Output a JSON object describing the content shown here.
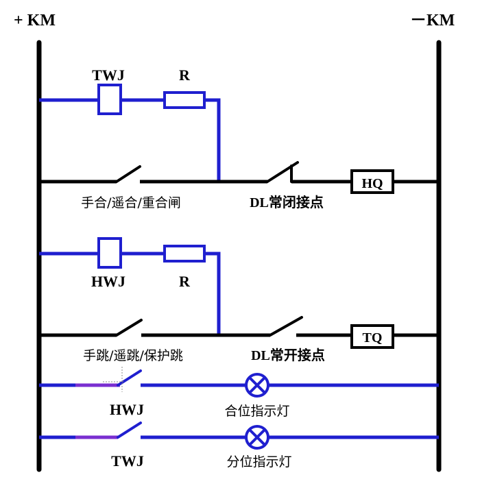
{
  "rails": {
    "positive": "+ KM",
    "negative": "－KM"
  },
  "rung1": {
    "relay": "TWJ",
    "resistor": "R",
    "switch_label": "手合/遥合/重合闸",
    "contact_label": "DL常闭接点",
    "coil": "HQ"
  },
  "rung2": {
    "relay": "HWJ",
    "resistor": "R",
    "switch_label": "手跳/遥跳/保护跳",
    "contact_label": "DL常开接点",
    "coil": "TQ"
  },
  "lamp1": {
    "contact": "HWJ",
    "label": "合位指示灯"
  },
  "lamp2": {
    "contact": "TWJ",
    "label": "分位指示灯"
  },
  "colors": {
    "wire_black": "#000000",
    "wire_blue": "#1f1fcf",
    "lamp_blue": "#1f1fcf"
  }
}
